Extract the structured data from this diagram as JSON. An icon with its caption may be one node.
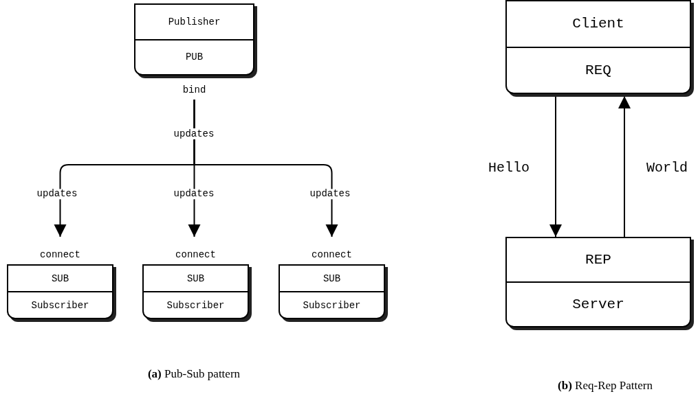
{
  "diagram": {
    "nodes": [
      {
        "text": [
          "Publisher",
          "PUB"
        ],
        "beside": [
          "bind"
        ]
      },
      {
        "text": [
          "SUB",
          "Subscriber"
        ],
        "beside": [
          "connect"
        ]
      },
      {
        "text": [
          "SUB",
          "Subscriber"
        ],
        "beside": [
          "connect"
        ]
      },
      {
        "text": [
          "SUB",
          "Subscriber"
        ],
        "beside": [
          "connect"
        ]
      },
      {
        "text": [
          "Client",
          "REQ"
        ]
      },
      {
        "text": [
          "REP",
          "Server"
        ]
      }
    ],
    "edges": [
      {
        "from": 0,
        "to": 1,
        "arrow": "to",
        "label": "updates"
      },
      {
        "from": 0,
        "to": 2,
        "arrow": "to",
        "label": "updates"
      },
      {
        "from": 0,
        "to": 3,
        "arrow": "to",
        "label": "updates"
      },
      {
        "from": 4,
        "to": 5,
        "arrow": "to",
        "label": "Hello"
      },
      {
        "from": 5,
        "to": 4,
        "arrow": "to",
        "label": "World"
      }
    ],
    "labels": [
      "updates",
      "**(a)** Pub-Sub pattern",
      "**(b)** Req-Rep Pattern"
    ]
  }
}
